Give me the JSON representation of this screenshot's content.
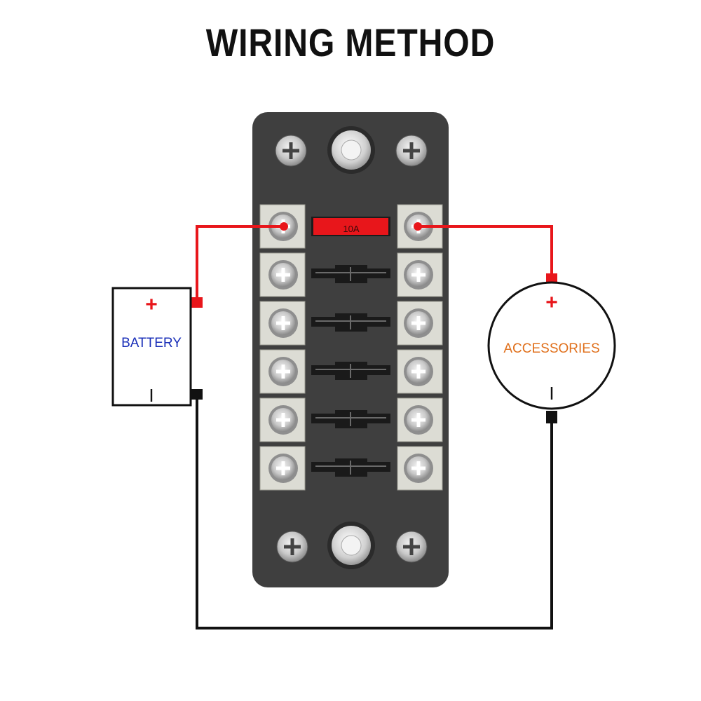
{
  "header": {
    "title": "WIRING METHOD"
  },
  "fuse_block": {
    "fuse_label": "10A",
    "fuse_count": 6
  },
  "battery": {
    "label": "BATTERY",
    "positive_symbol": "+",
    "negative_symbol": "I"
  },
  "accessories": {
    "label": "ACCESSORIES",
    "positive_symbol": "+",
    "negative_symbol": "I"
  },
  "colors": {
    "wire_positive": "#e8161b",
    "wire_negative": "#111111",
    "block_body": "#3f3f3f",
    "fuse_active": "#e8161b",
    "battery_label": "#1a2fb8",
    "accessories_label": "#e0701c",
    "terminal_plate": "#dcdcd4"
  }
}
